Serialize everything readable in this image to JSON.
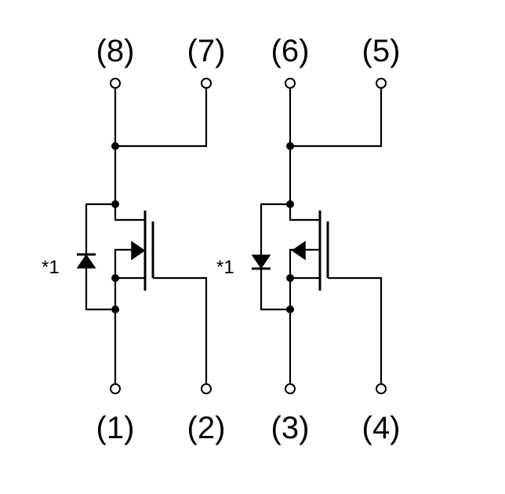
{
  "pins": {
    "top": [
      "(8)",
      "(7)",
      "(6)",
      "(5)"
    ],
    "bottom": [
      "(1)",
      "(2)",
      "(3)",
      "(4)"
    ]
  },
  "notes": [
    "*1",
    "*1"
  ]
}
